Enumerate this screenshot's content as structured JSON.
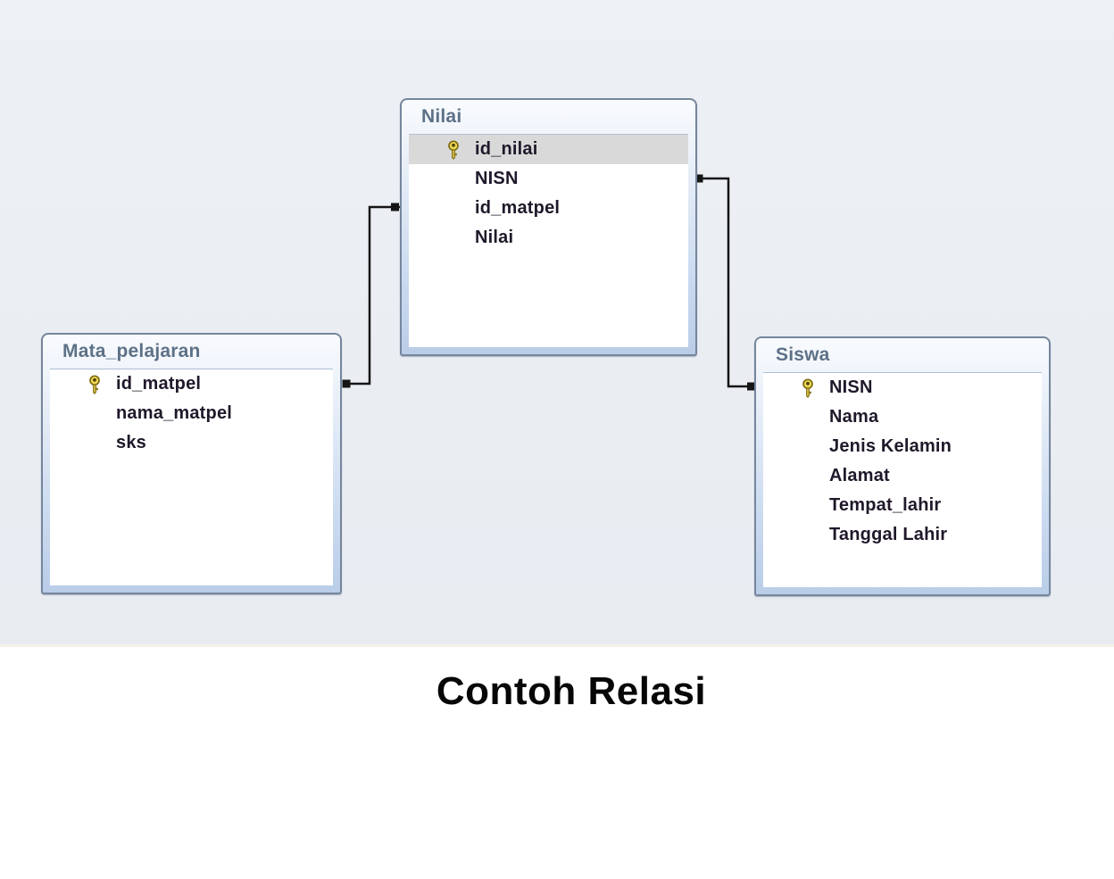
{
  "caption": {
    "text": "Contoh Relasi"
  },
  "diagram": {
    "tables": [
      {
        "name": "Nilai",
        "fields": [
          {
            "label": "id_nilai",
            "primary_key": true,
            "selected": true
          },
          {
            "label": "NISN",
            "primary_key": false,
            "selected": false
          },
          {
            "label": "id_matpel",
            "primary_key": false,
            "selected": false
          },
          {
            "label": "Nilai",
            "primary_key": false,
            "selected": false
          }
        ]
      },
      {
        "name": "Mata_pelajaran",
        "fields": [
          {
            "label": "id_matpel",
            "primary_key": true,
            "selected": false
          },
          {
            "label": "nama_matpel",
            "primary_key": false,
            "selected": false
          },
          {
            "label": "sks",
            "primary_key": false,
            "selected": false
          }
        ]
      },
      {
        "name": "Siswa",
        "fields": [
          {
            "label": "NISN",
            "primary_key": true,
            "selected": false
          },
          {
            "label": "Nama",
            "primary_key": false,
            "selected": false
          },
          {
            "label": "Jenis Kelamin",
            "primary_key": false,
            "selected": false
          },
          {
            "label": "Alamat",
            "primary_key": false,
            "selected": false
          },
          {
            "label": "Tempat_lahir",
            "primary_key": false,
            "selected": false
          },
          {
            "label": "Tanggal Lahir",
            "primary_key": false,
            "selected": false
          }
        ]
      }
    ],
    "relationships": [
      {
        "from_table": "Nilai",
        "from_field": "id_matpel",
        "to_table": "Mata_pelajaran",
        "to_field": "id_matpel"
      },
      {
        "from_table": "Nilai",
        "from_field": "NISN",
        "to_table": "Siswa",
        "to_field": "NISN"
      }
    ],
    "colors": {
      "canvas_background": "#e9edf1",
      "table_border": "#75869d",
      "table_chrome": "#c5d6ec",
      "header_text": "#5d7187",
      "field_text": "#20182a",
      "selected_row": "#d9d9d9",
      "relationship_line": "#151515",
      "key_icon_gold": "#edd757"
    }
  }
}
